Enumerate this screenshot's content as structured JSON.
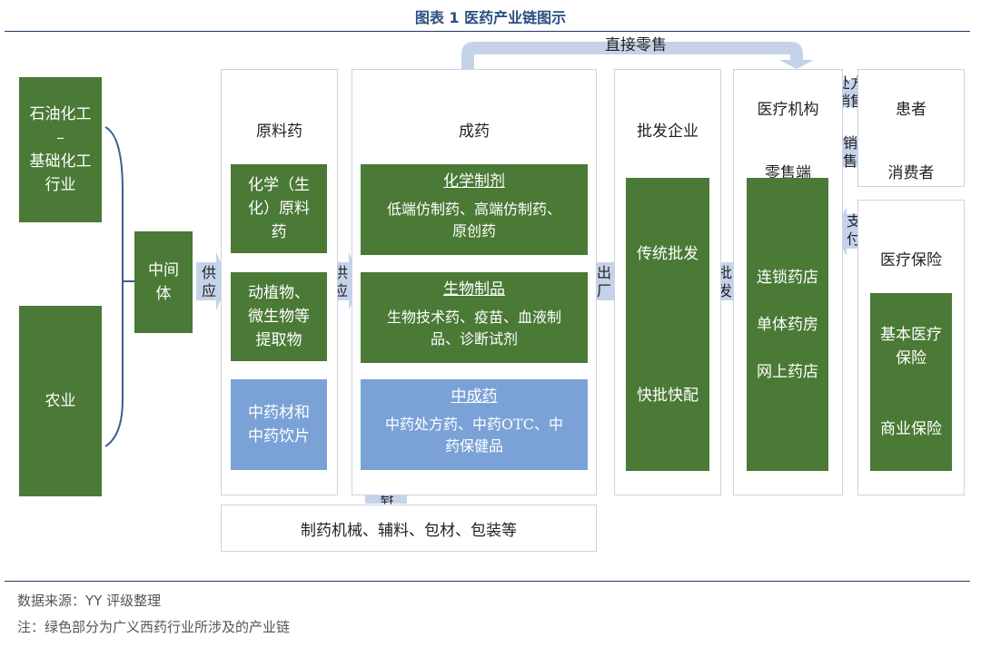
{
  "title": "图表 1 医药产业链图示",
  "raw": {
    "petro": "石油化工\n–\n基础化工\n行业",
    "agri": "农业"
  },
  "intermediate": "中间\n体",
  "flows": {
    "supply1": "供\n应",
    "supply2": "供\n应",
    "ship": "出\n厂",
    "wholesale": "批\n发",
    "direct_retail": "直接零售",
    "rx_sale": "处方\n销售",
    "sale": "销\n售",
    "pay": "支\n付",
    "support": "支\n持"
  },
  "api": {
    "title": "原料药",
    "items": [
      "化学（生\n化）原料\n药",
      "动植物、\n微生物等\n提取物",
      "中药材和\n中药饮片"
    ]
  },
  "drug": {
    "title": "成药",
    "chem": {
      "header": "化学制剂",
      "body": "低端仿制药、高端仿制药、\n原创药"
    },
    "bio": {
      "header": "生物制品",
      "body": "生物技术药、疫苗、血液制\n品、诊断试剂"
    },
    "tcm": {
      "header": "中成药",
      "body": "中药处方药、中药OTC、中\n药保健品"
    }
  },
  "equipment": "制药机械、辅料、包材、包装等",
  "wholesaler": {
    "title": "批发企业",
    "box": "传统批发\n\n\n\n\n\n快批快配"
  },
  "medical": {
    "title": "医疗机构",
    "retail_title": "零售端",
    "box": "连锁药店\n\n单体药房\n\n网上药店"
  },
  "patient": "患者",
  "consumer": "消费者",
  "insurance": {
    "title": "医疗保险",
    "box": "基本医疗\n保险\n\n\n商业保险"
  },
  "footer": {
    "source": "数据来源：YY 评级整理",
    "note": "注：绿色部分为广义西药行业所涉及的产业链"
  },
  "colors": {
    "green": "#4a7a36",
    "blue": "#7aa2d6",
    "arrow": "#c5d3ea",
    "navy": "#1f3a66"
  }
}
